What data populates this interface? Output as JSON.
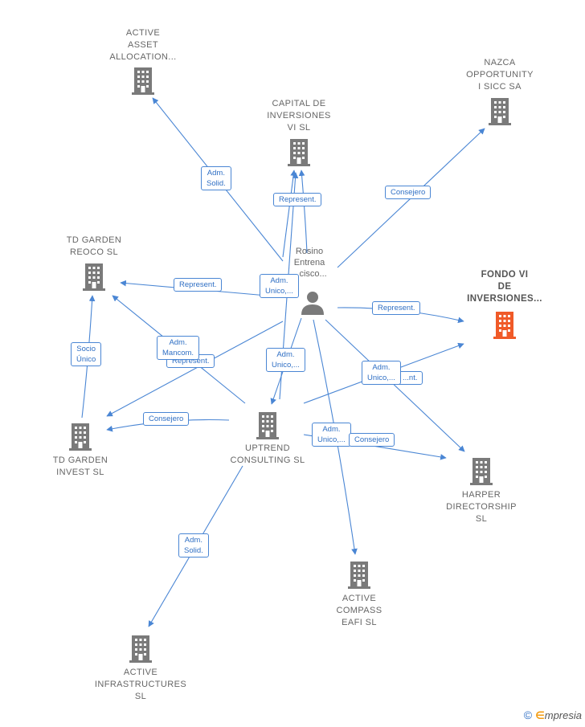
{
  "colors": {
    "edge": "#4a86d4",
    "building": "#7a7a7a",
    "highlight_building": "#f05a28",
    "label": "#666666"
  },
  "person": {
    "name": "Rosino\nEntrena\n...cisco...",
    "icon": "person-icon"
  },
  "companies": {
    "active_asset": {
      "name": "ACTIVE\nASSET\nALLOCATION...",
      "icon": "building-icon"
    },
    "capital": {
      "name": "CAPITAL DE\nINVERSIONES\nVI  SL",
      "icon": "building-icon"
    },
    "nazca": {
      "name": "NAZCA\nOPPORTUNITY\nI SICC SA",
      "icon": "building-icon"
    },
    "td_reoco": {
      "name": "TD GARDEN\nREOCO  SL",
      "icon": "building-icon"
    },
    "fondo": {
      "name": "FONDO VI\nDE\nINVERSIONES...",
      "icon": "building-icon"
    },
    "td_invest": {
      "name": "TD GARDEN\nINVEST  SL",
      "icon": "building-icon"
    },
    "uptrend": {
      "name": "UPTREND\nCONSULTING SL",
      "icon": "building-icon"
    },
    "harper": {
      "name": "HARPER\nDIRECTORSHIP\nSL",
      "icon": "building-icon"
    },
    "compass": {
      "name": "ACTIVE\nCOMPASS\nEAFI SL",
      "icon": "building-icon"
    },
    "infra": {
      "name": "ACTIVE\nINFRASTRUCTURES\nSL",
      "icon": "building-icon"
    }
  },
  "edge_labels": {
    "adm_solid_1": "Adm.\nSolid.",
    "represent_capital": "Represent.",
    "consejero_nazca": "Consejero",
    "represent_reoco": "Represent.",
    "adm_unico_1": "Adm.\nUnico,...",
    "represent_fondo": "Represent.",
    "represent_hidden": "Represent.",
    "adm_mancom": "Adm.\nMancom.",
    "adm_unico_2": "Adm.\nUnico,...",
    "socio_unico": "Socio\nÚnico",
    "adm_unico_3": "Adm.\nUnico,...",
    "adm_unico_3_tail": "...nt.",
    "consejero_invest": "Consejero",
    "adm_unico_4": "Adm.\nUnico,...",
    "consejero_harper": "Consejero",
    "adm_solid_2": "Adm.\nSolid."
  },
  "footer": {
    "copyright": "©",
    "brand_first": "∈",
    "brand_rest": "mpresia"
  }
}
